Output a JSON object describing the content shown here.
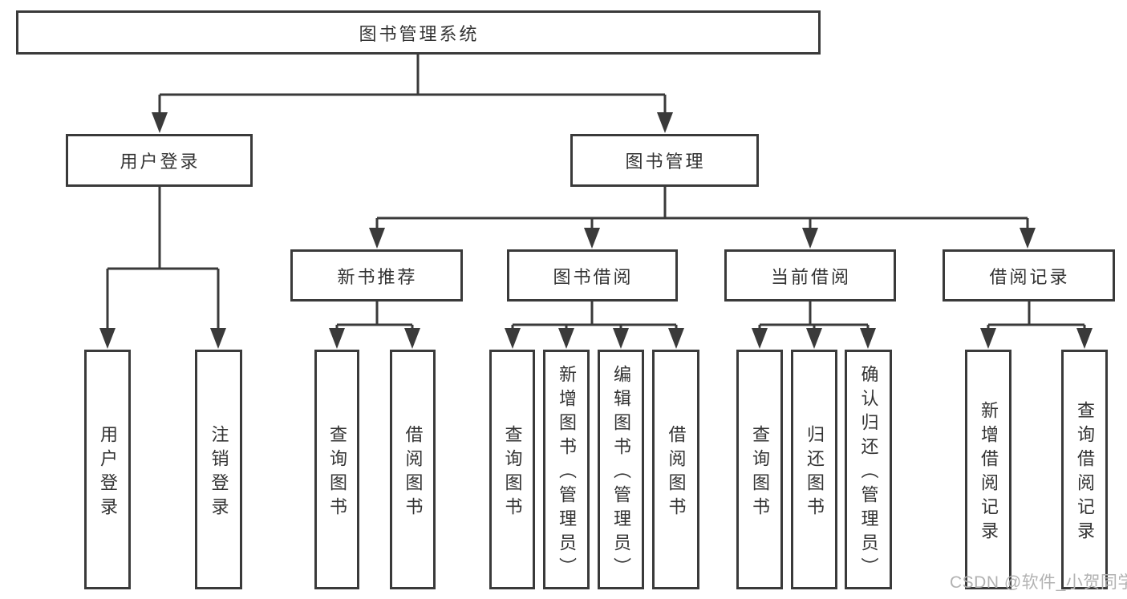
{
  "diagram": {
    "title": "图书管理系统",
    "level2": [
      {
        "label": "用户登录",
        "children": [
          {
            "label": "用户登录"
          },
          {
            "label": "注销登录"
          }
        ]
      },
      {
        "label": "图书管理",
        "children": [
          {
            "label": "新书推荐",
            "children": [
              {
                "label": "查询图书"
              },
              {
                "label": "借阅图书"
              }
            ]
          },
          {
            "label": "图书借阅",
            "children": [
              {
                "label": "查询图书"
              },
              {
                "label": "新增图书（管理员）"
              },
              {
                "label": "编辑图书（管理员）"
              },
              {
                "label": "借阅图书"
              }
            ]
          },
          {
            "label": "当前借阅",
            "children": [
              {
                "label": "查询图书"
              },
              {
                "label": "归还图书"
              },
              {
                "label": "确认归还（管理员）"
              }
            ]
          },
          {
            "label": "借阅记录",
            "children": [
              {
                "label": "新增借阅记录"
              },
              {
                "label": "查询借阅记录"
              }
            ]
          }
        ]
      }
    ],
    "watermark": "CSDN @软件_小贺同学",
    "colors": {
      "line": "#3a3a3a",
      "text": "#333333",
      "watermark": "#b2b2b2",
      "background": "#ffffff"
    }
  }
}
